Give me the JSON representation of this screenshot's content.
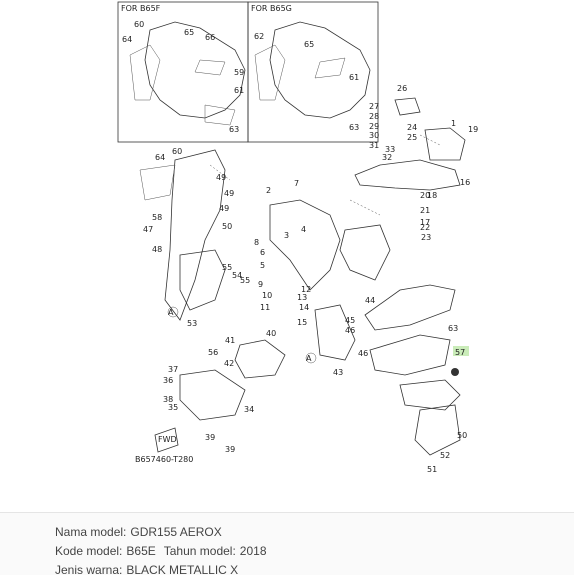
{
  "diagram": {
    "headers": [
      "FOR B65F",
      "FOR B65G"
    ],
    "labels": [
      "64",
      "60",
      "65",
      "66",
      "59",
      "61",
      "63",
      "62",
      "65",
      "61",
      "63",
      "26",
      "27",
      "28",
      "29",
      "30",
      "31",
      "32",
      "33",
      "24",
      "25",
      "16",
      "18",
      "17",
      "19",
      "1",
      "20",
      "21",
      "22",
      "23",
      "64",
      "60",
      "49",
      "49",
      "58",
      "49",
      "47",
      "50",
      "48",
      "55",
      "55",
      "54",
      "7",
      "6",
      "5",
      "2",
      "4",
      "3",
      "9",
      "10",
      "11",
      "12",
      "13",
      "14",
      "15",
      "8",
      "40",
      "41",
      "56",
      "42",
      "44",
      "45",
      "46",
      "46",
      "63",
      "57",
      "43",
      "37",
      "36",
      "38",
      "35",
      "39",
      "39",
      "34",
      "50",
      "51",
      "52",
      "53",
      "A",
      "A",
      "FWD"
    ],
    "footer_code": "B657460-T280"
  },
  "info": {
    "row1_label": "Nama model:",
    "row1_value": "GDR155 AEROX",
    "row2_label": "Kode model:",
    "row2_value": "B65E",
    "row2_label2": "Tahun model:",
    "row2_value2": "2018",
    "row3_label": "Jenis warna:",
    "row3_value": "BLACK METALLIC X"
  }
}
